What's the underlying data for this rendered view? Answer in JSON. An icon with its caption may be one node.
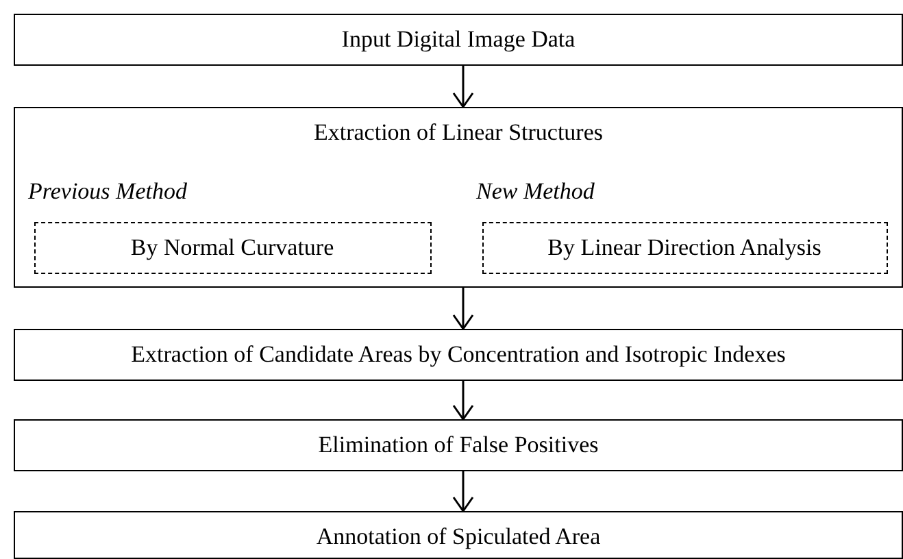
{
  "diagram": {
    "nodes": [
      {
        "text": [
          "Input Digital Image Data"
        ]
      },
      {
        "text": [
          "Extraction of Linear Structures"
        ]
      },
      {
        "text": [
          "Previous Method",
          "By Normal Curvature"
        ],
        "in": 1
      },
      {
        "text": [
          "New Method",
          "By Linear Direction Analysis"
        ],
        "in": 1
      },
      {
        "text": [
          "Extraction of Candidate Areas by Concentration and Isotropic Indexes"
        ]
      },
      {
        "text": [
          "Elimination of False Positives"
        ]
      },
      {
        "text": [
          "Annotation of Spiculated Area"
        ]
      }
    ],
    "edges": [
      {
        "from": 0,
        "to": 1,
        "arrow": "to"
      },
      {
        "from": 1,
        "to": 4,
        "arrow": "to"
      },
      {
        "from": 4,
        "to": 5,
        "arrow": "to"
      },
      {
        "from": 5,
        "to": 6,
        "arrow": "to"
      }
    ]
  }
}
